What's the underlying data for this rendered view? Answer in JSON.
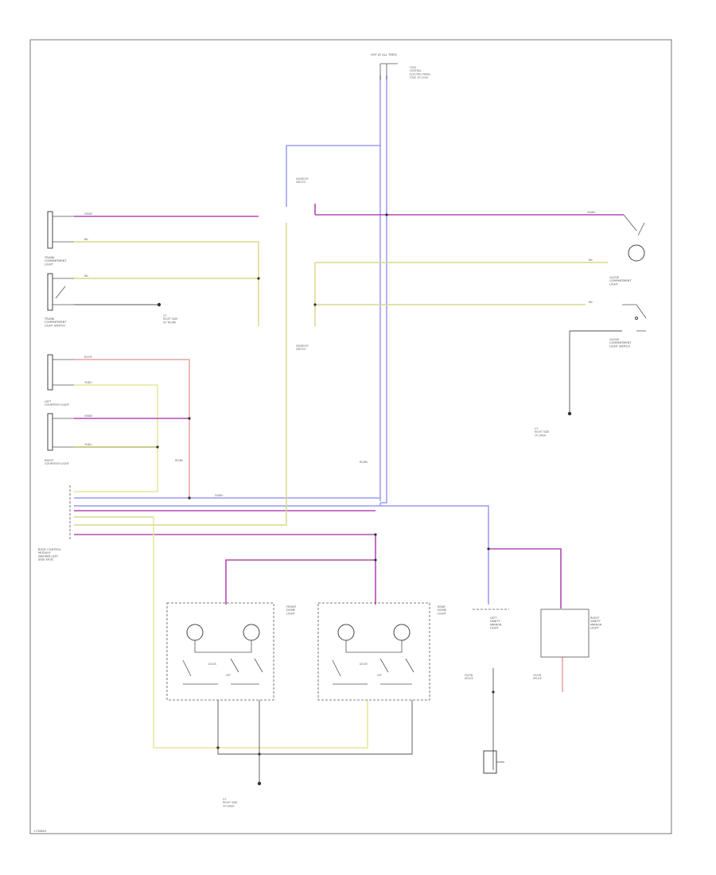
{
  "diagram": {
    "footer_code": "1700860",
    "labels": {
      "top_fuse": "HOT AT ALL TIMES",
      "top_fuse_desc": "FUSE\nCENTRAL\nELECTRIC PANEL\nFUSE 10 (10A)",
      "left_trunk_light": "TRUNK\nCOMPARTMENT\nLIGHT",
      "left_trunk_switch": "TRUNK\nCOMPARTMENT\nLIGHT SWITCH",
      "left_trunk_ground": "G7\nRIGHT SIDE\nOF TRUNK",
      "left_courtesy": "LEFT\nCOURTESY LIGHT",
      "right_courtesy": "RIGHT\nCOURTESY LIGHT",
      "body_control": "BODY CONTROL\nMODULE\n(BEHIND LEFT\nSIDE KICK)",
      "right_trunk_light": "GLOVE\nCOMPARTMENT\nLIGHT",
      "right_trunk_switch": "GLOVE\nCOMPARTMENT\nLIGHT SWITCH",
      "right_ground": "G7\nRIGHT SIDE\nOF DASH",
      "front_light_1": "FRONT\nDOME\nLIGHT",
      "front_light_2": "REAR\nDOME\nLIGHT",
      "vanity_left": "LEFT\nVANITY\nMIRROR\nLIGHT",
      "vanity_right": "RIGHT\nVANITY\nMIRROR\nLIGHT",
      "bottom_ground": "G7\nRIGHT SIDE\nOF DASH",
      "sunroof": "SUNROOF\nSWITCH",
      "junction_1": "GY/GN\nSPLICE",
      "junction_2": "GY/GN\nSPLICE",
      "wire_vio": "GN/BU",
      "wire_yel": "YE/BU",
      "wire_blue": "RD/BU",
      "wire_red": "RD/YE",
      "wire_brn": "BN",
      "door": "DOOR",
      "off": "OFF"
    }
  }
}
